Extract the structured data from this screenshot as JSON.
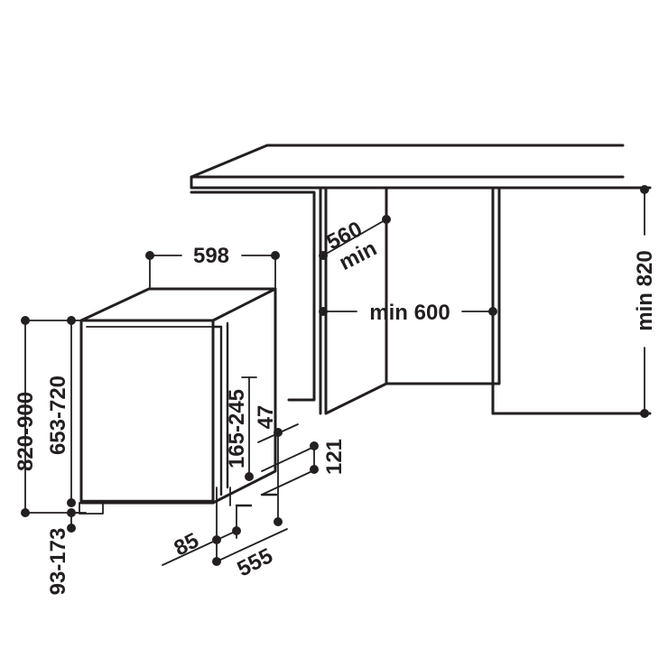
{
  "diagram": {
    "colors": {
      "ink": "#231f20",
      "background": "#ffffff"
    },
    "dimensions": {
      "width_598": "598",
      "depth_560": "560",
      "depth_min": "min",
      "niche_width": "min 600",
      "niche_height": "min 820",
      "height_range": "820-900",
      "body_height": "653-720",
      "plinth_height": "93-173",
      "door_offset": "165-245",
      "gap_47": "47",
      "foot_121": "121",
      "foot_85": "85",
      "depth_555": "555"
    }
  }
}
